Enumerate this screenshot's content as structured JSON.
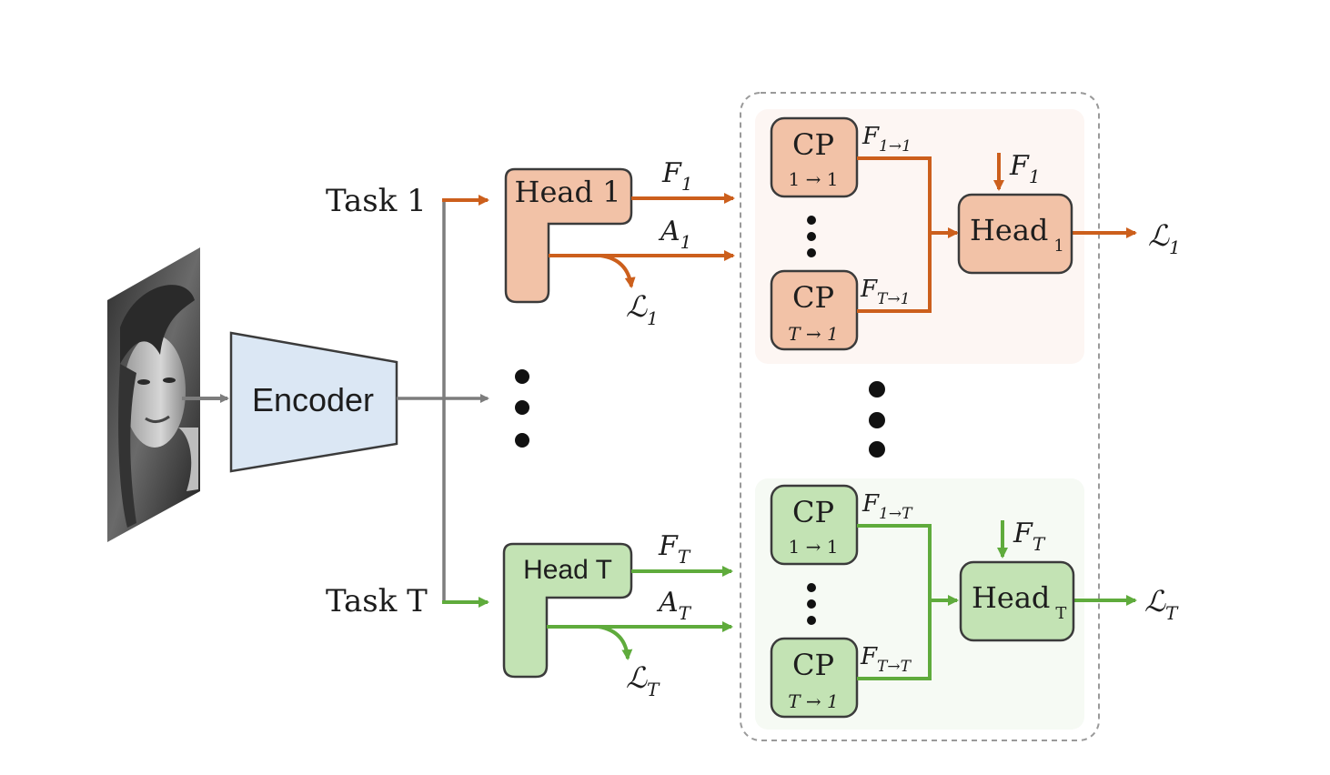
{
  "colors": {
    "orange": "#cc5f1c",
    "orange_fill": "#f2c2a7",
    "orange_panel": "#fdf6f3",
    "green": "#5fab3c",
    "green_fill": "#c3e3b4",
    "green_panel": "#f6faf4",
    "gray": "#7d7d7d",
    "encoder_fill": "#dbe7f4",
    "outline": "#3b3b3b"
  },
  "input": {
    "image": "grayscale-face-photo"
  },
  "encoder": {
    "label": "Encoder"
  },
  "tasks": {
    "task1_label": "Task 1",
    "taskT_label": "Task T"
  },
  "heads": {
    "head1_label": "Head 1",
    "headT_label": "Head T"
  },
  "orange_branch": {
    "F_main": "F",
    "F_sub": "1",
    "A_main": "A",
    "A_sub": "1",
    "loss_main": "ℒ",
    "loss_sub": "1",
    "cp_top_title": "CP",
    "cp_top_sub": "1 → 1",
    "cp_bottom_title": "CP",
    "cp_bottom_sub": "T → 1",
    "cp_top_out_main": "F",
    "cp_top_out_sub": "1→1",
    "cp_bottom_out_main": "F",
    "cp_bottom_out_sub": "T→1",
    "final_head_main": "Head",
    "final_head_sub": "1",
    "in_F_main": "F",
    "in_F_sub": "1",
    "final_loss_main": "ℒ",
    "final_loss_sub": "1"
  },
  "green_branch": {
    "F_main": "F",
    "F_sub": "T",
    "A_main": "A",
    "A_sub": "T",
    "loss_main": "ℒ",
    "loss_sub": "T",
    "cp_top_title": "CP",
    "cp_top_sub": "1 → 1",
    "cp_bottom_title": "CP",
    "cp_bottom_sub": "T → 1",
    "cp_top_out_main": "F",
    "cp_top_out_sub": "1→T",
    "cp_bottom_out_main": "F",
    "cp_bottom_out_sub": "T→T",
    "final_head_main": "Head",
    "final_head_sub": "T",
    "in_F_main": "F",
    "in_F_sub": "T",
    "final_loss_main": "ℒ",
    "final_loss_sub": "T"
  }
}
